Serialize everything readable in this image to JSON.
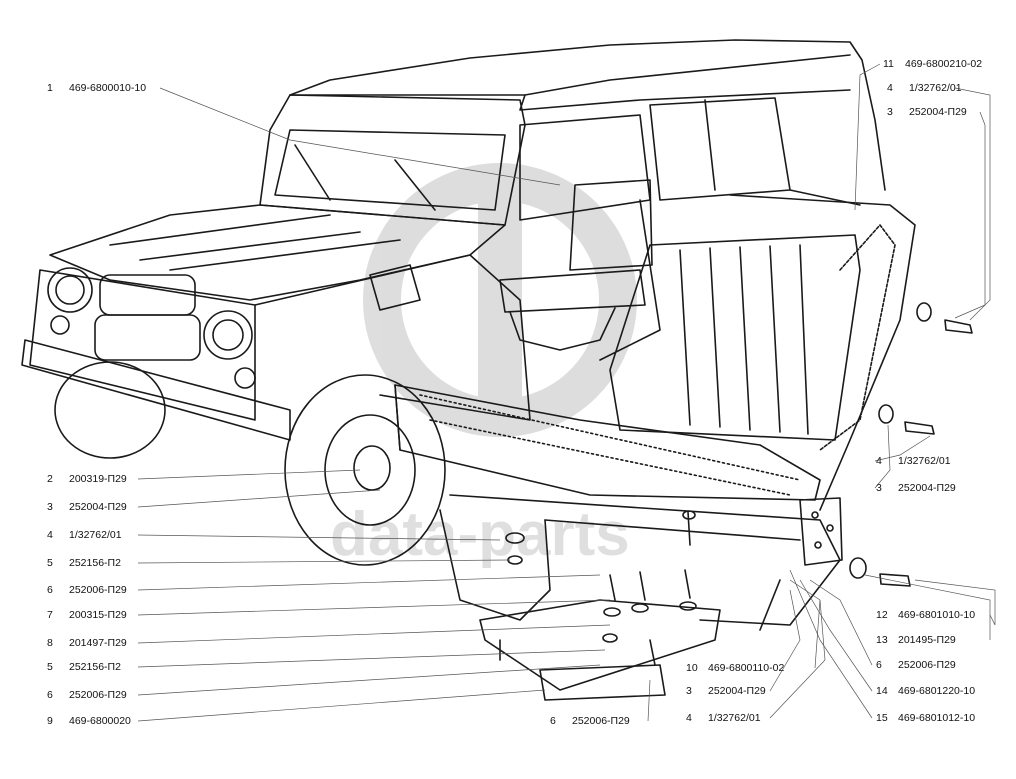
{
  "figure": {
    "watermark": "data-parts",
    "callouts": [
      {
        "num": "1",
        "code": "469-6800010-10"
      },
      {
        "num": "11",
        "code": "469-6800210-02"
      },
      {
        "num": "4",
        "code": "1/32762/01"
      },
      {
        "num": "3",
        "code": "252004-П29"
      },
      {
        "num": "2",
        "code": "200319-П29"
      },
      {
        "num": "3",
        "code": "252004-П29"
      },
      {
        "num": "4",
        "code": "1/32762/01"
      },
      {
        "num": "5",
        "code": "252156-П2"
      },
      {
        "num": "6",
        "code": "252006-П29"
      },
      {
        "num": "7",
        "code": "200315-П29"
      },
      {
        "num": "8",
        "code": "201497-П29"
      },
      {
        "num": "5",
        "code": "252156-П2"
      },
      {
        "num": "6",
        "code": "252006-П29"
      },
      {
        "num": "9",
        "code": "469-6800020"
      },
      {
        "num": "4",
        "code": "1/32762/01"
      },
      {
        "num": "3",
        "code": "252004-П29"
      },
      {
        "num": "12",
        "code": "469-6801010-10"
      },
      {
        "num": "13",
        "code": "201495-П29"
      },
      {
        "num": "6",
        "code": "252006-П29"
      },
      {
        "num": "14",
        "code": "469-6801220-10"
      },
      {
        "num": "15",
        "code": "469-6801012-10"
      },
      {
        "num": "10",
        "code": "469-6800110-02"
      },
      {
        "num": "3",
        "code": "252004-П29"
      },
      {
        "num": "4",
        "code": "1/32762/01"
      },
      {
        "num": "6",
        "code": "252006-П29"
      }
    ]
  }
}
